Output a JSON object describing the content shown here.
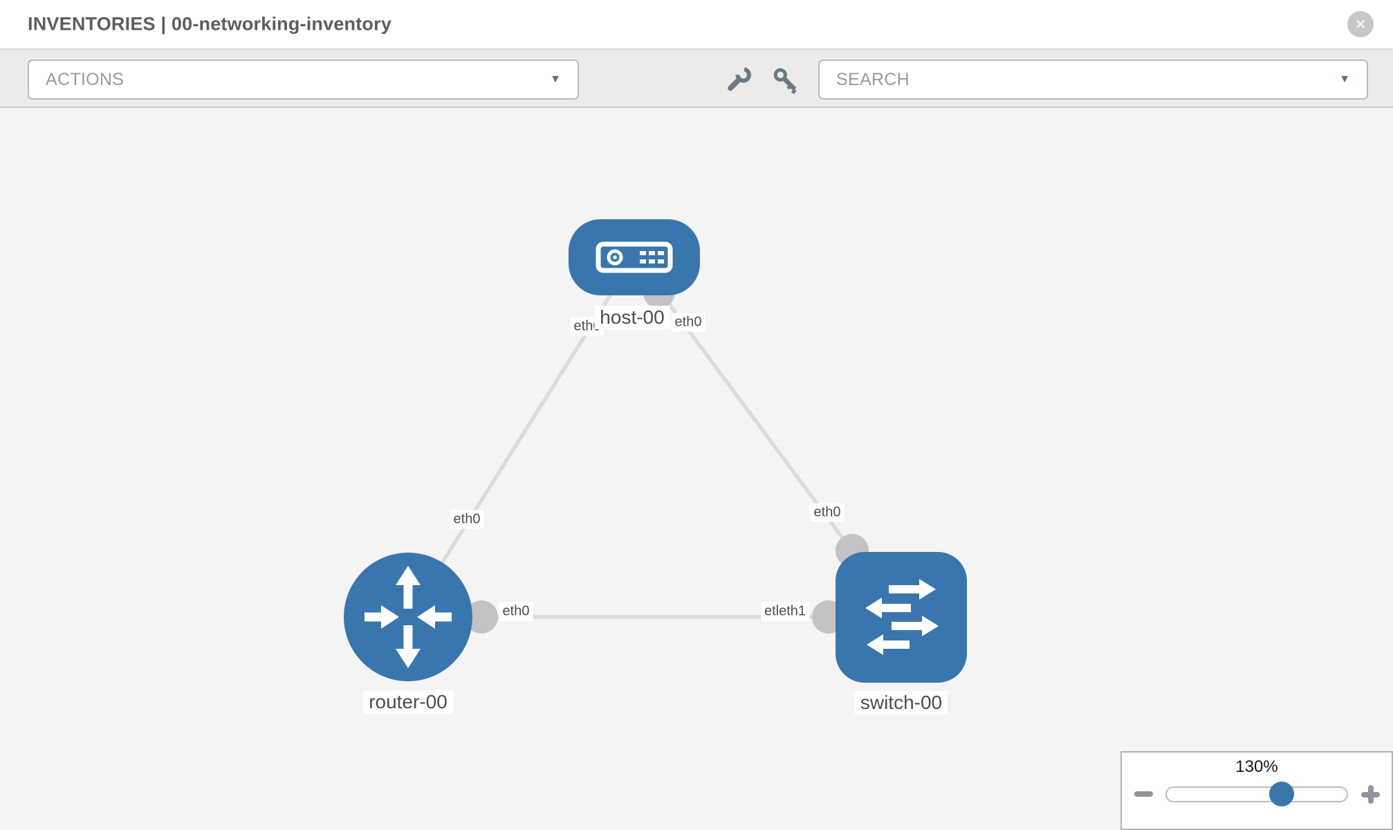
{
  "header": {
    "title": "INVENTORIES | 00-networking-inventory"
  },
  "icons": {
    "close": "✕",
    "caret": "▼"
  },
  "toolbar": {
    "actions_label": "ACTIONS",
    "search_placeholder": "SEARCH"
  },
  "topology": {
    "nodes": [
      {
        "label": "host-00",
        "type": "host"
      },
      {
        "label": "router-00",
        "type": "router"
      },
      {
        "label": "switch-00",
        "type": "switch"
      }
    ],
    "links": [
      {
        "from": "host-00",
        "to": "router-00",
        "from_interface": "eth0",
        "to_interface": "eth0"
      },
      {
        "from": "host-00",
        "to": "switch-00",
        "from_interface": "eth0",
        "to_interface": "eth0"
      },
      {
        "from": "router-00",
        "to": "switch-00",
        "from_interface": "eth0",
        "to_interface": "eth1"
      }
    ],
    "link_labels": [
      "eth0",
      "eth0",
      "eth0",
      "eth0",
      "eth0",
      "etleth1"
    ]
  },
  "zoom_widget": {
    "level": "130%"
  },
  "colors": {
    "node_blue": "#3a76ae",
    "interface_gray": "#c3c3c3",
    "link_gray": "#dbdbdb",
    "canvas_bg": "#f4f4f4",
    "toolbar_bg": "#ebebeb"
  }
}
